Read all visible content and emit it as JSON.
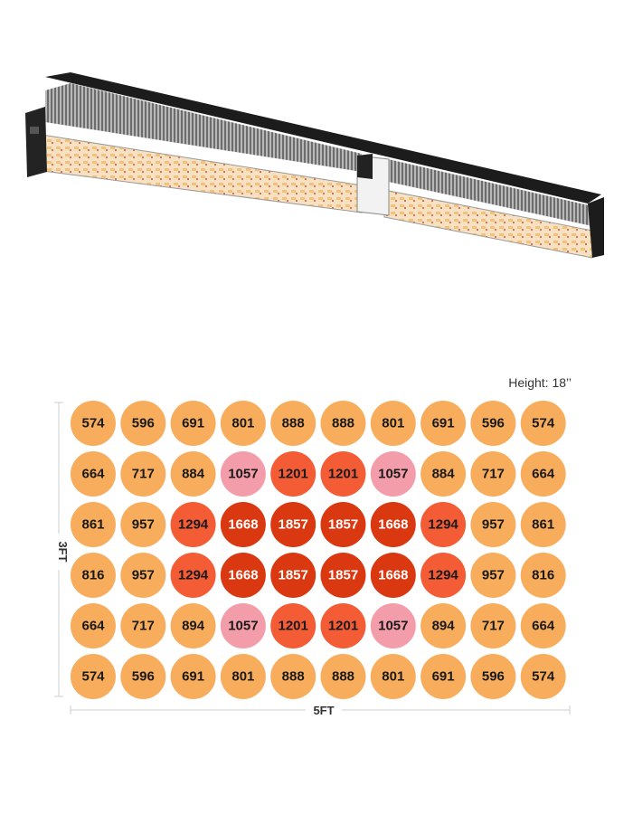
{
  "product": {
    "name": "led-grow-light-bar"
  },
  "colors": {
    "tier_low": "#f8ad5c",
    "tier_mid_pink": "#f49daa",
    "tier_mid_red": "#f35c35",
    "tier_high": "#d93810",
    "text_dark": "#1a1a1a",
    "text_light": "#ffffff"
  },
  "chart_data": {
    "type": "heatmap",
    "title": "",
    "annotation": "Height: 18’’",
    "xlabel": "5FT",
    "ylabel": "3FT",
    "rows": 6,
    "cols": 10,
    "values": [
      [
        574,
        596,
        691,
        801,
        888,
        888,
        801,
        691,
        596,
        574
      ],
      [
        664,
        717,
        884,
        1057,
        1201,
        1201,
        1057,
        884,
        717,
        664
      ],
      [
        861,
        957,
        1294,
        1668,
        1857,
        1857,
        1668,
        1294,
        957,
        861
      ],
      [
        816,
        957,
        1294,
        1668,
        1857,
        1857,
        1668,
        1294,
        957,
        816
      ],
      [
        664,
        717,
        894,
        1057,
        1201,
        1201,
        1057,
        894,
        717,
        664
      ],
      [
        574,
        596,
        691,
        801,
        888,
        888,
        801,
        691,
        596,
        574
      ]
    ]
  }
}
